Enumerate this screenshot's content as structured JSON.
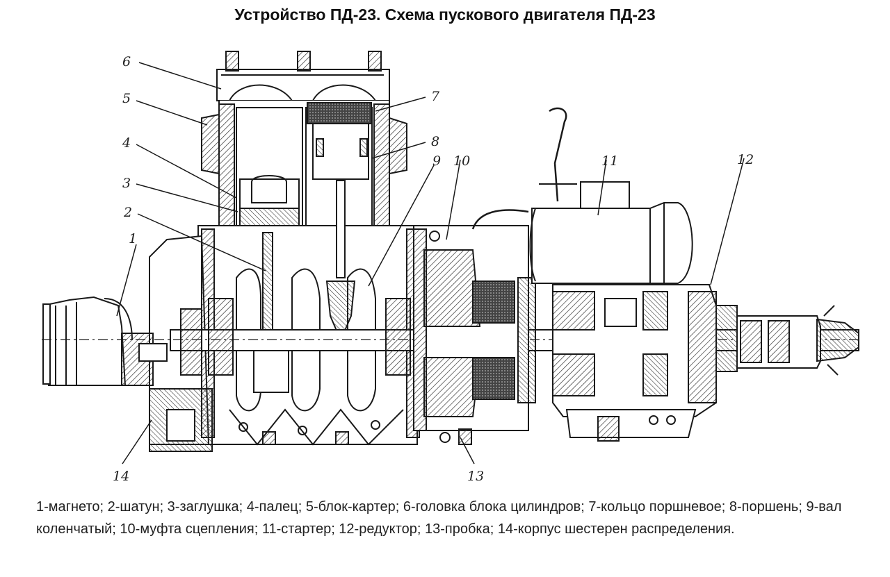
{
  "title": "Устройство ПД-23. Схема пускового двигателя ПД-23",
  "callouts": [
    "1",
    "2",
    "3",
    "4",
    "5",
    "6",
    "7",
    "8",
    "9",
    "10",
    "11",
    "12",
    "13",
    "14"
  ],
  "legend_text": "1-магнето; 2-шатун; 3-заглушка; 4-палец; 5-блок-картер; 6-головка блока цилиндров; 7-кольцо поршневое; 8-поршень; 9-вал коленчатый; 10-муфта сцепления; 11-стартер; 12-редуктор; 13-пробка; 14-корпус шестерен распределения."
}
